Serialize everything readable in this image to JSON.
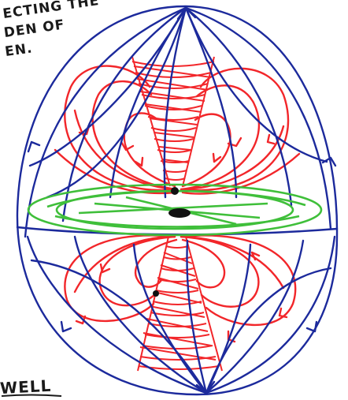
{
  "handwriting": {
    "line1": "ECTING THE",
    "line2": "DEN OF",
    "line3": "EN.",
    "signature": "WELL"
  },
  "colors": {
    "ink_blue": "#1c2a9c",
    "ink_red": "#f2262a",
    "ink_green": "#3fbf3a",
    "ink_black": "#111111",
    "paper": "#ffffff"
  }
}
